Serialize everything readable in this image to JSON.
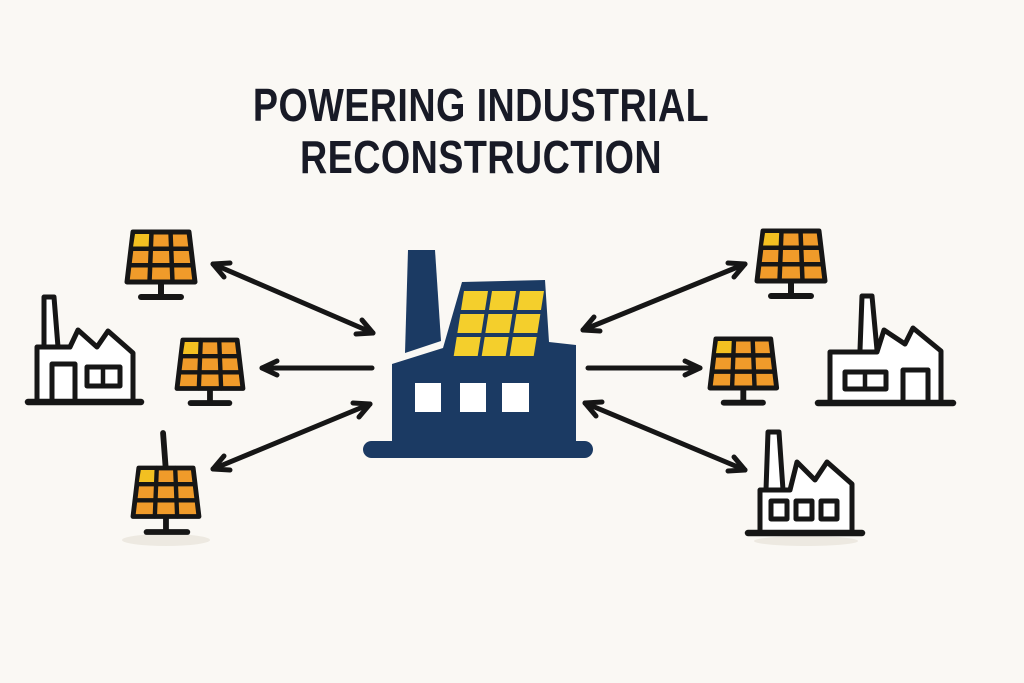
{
  "title": {
    "line1": "POWERING INDUSTRIAL",
    "line2": "RECONSTRUCTION"
  },
  "colors": {
    "bg": "#faf8f4",
    "navy": "#1b3a63",
    "ink": "#161616",
    "title_color": "#181a26",
    "solar_yellow": "#f4cf2c",
    "panel_orange": "#f09b2a",
    "panel_orange_light": "#f3c021",
    "shadow": "#e7e2d9"
  },
  "diagram": {
    "type": "hub-and-spoke illustration",
    "center_node": "factory with rooftop solar array (navy, 3x3 yellow grid, 3 windows, chimney)",
    "left_nodes": [
      "solar panel (top-left)",
      "factory outline (far-left)",
      "solar panel (mid-left)",
      "solar panel with mast and shadow (bottom-left)"
    ],
    "right_nodes": [
      "solar panel (top-right)",
      "solar panel (mid-right)",
      "factory outline (mid-right)",
      "factory outline with shadow (bottom-right)"
    ],
    "arrows": [
      {
        "between": "center and top-left solar panel",
        "heads": "both"
      },
      {
        "between": "center and mid-left solar panel",
        "heads": "panel end only"
      },
      {
        "between": "center and bottom-left solar panel",
        "heads": "both"
      },
      {
        "between": "center and top-right solar panel",
        "heads": "both"
      },
      {
        "between": "center and mid-right solar panel",
        "heads": "panel end only"
      },
      {
        "between": "center and bottom-right factory",
        "heads": "both"
      }
    ]
  }
}
